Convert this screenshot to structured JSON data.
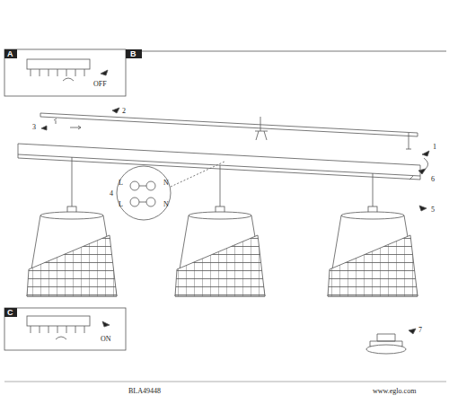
{
  "diagram": {
    "labels": [
      "A",
      "B",
      "OFF",
      "2",
      "3",
      "1",
      "6",
      "L",
      "N",
      "4",
      "L",
      "N",
      "5",
      "C",
      "ON",
      "7",
      "BLA49448",
      "www.eglo.com"
    ]
  }
}
